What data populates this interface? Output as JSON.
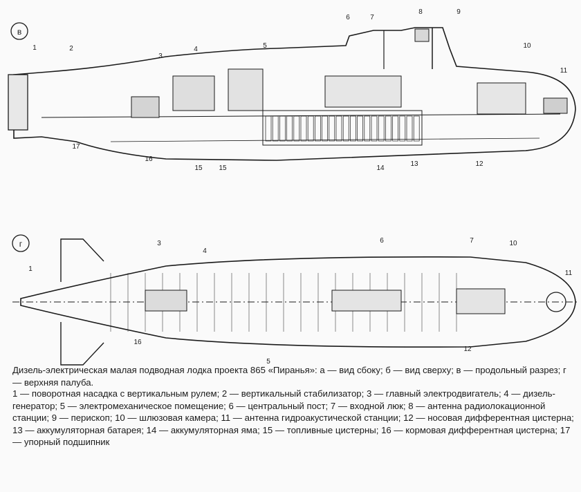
{
  "figure": {
    "view_letters": {
      "side": "в",
      "top": "г"
    },
    "side_callouts": [
      "1",
      "2",
      "3",
      "4",
      "5",
      "6",
      "7",
      "8",
      "9",
      "10",
      "11",
      "17",
      "16",
      "15",
      "15",
      "14",
      "13",
      "12"
    ],
    "top_callouts": [
      "1",
      "3",
      "4",
      "6",
      "7",
      "10",
      "11",
      "16",
      "5",
      "12"
    ],
    "title": "Дизель-электрическая  малая подводная лодка проекта 865 «Пиранья»: а  — вид сбоку; б — вид сверху; в — продольный разрез; г  —  верхняя палуба.",
    "legend": [
      "1 — поворотная насадка с вертикальным рулем;",
      "2 — вертикальный стабилизатор;",
      "3 — главный электродвигатель;",
      "4 — дизель-генератор;",
      "5 — электромеханическое помещение;",
      "6 — центральный пост;",
      "7 — входной люк;",
      "8 — антенна радиолокационной станции;",
      "9 — перископ;",
      "10 — шлюзовая камера;",
      "11 — антенна гидроакустической станции;",
      "12 — носовая дифферентная цистерна;",
      "13 — аккумуляторная батарея;",
      "14 — аккумуляторная яма;",
      "15 — топливные цистерны;",
      "16  — кормовая дифферентная цистерна;",
      "17 — упорный подшипник"
    ],
    "colors": {
      "ink": "#1a1a1a",
      "paper": "#fafafa"
    }
  }
}
